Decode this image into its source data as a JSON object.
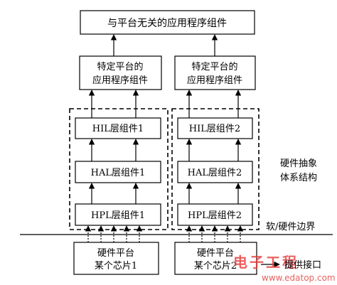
{
  "diagram": {
    "top_box": "与平台无关的应用程序组件",
    "columns": [
      {
        "platform_lines": [
          "特定平台的",
          "应用程序组件"
        ],
        "hil": "HIL层组件1",
        "hal": "HAL层组件1",
        "hpl": "HPL层组件1",
        "hardware_lines": [
          "硬件平台",
          "某个芯片1"
        ]
      },
      {
        "platform_lines": [
          "特定平台的",
          "应用程序组件"
        ],
        "hil": "HIL层组件2",
        "hal": "HAL层组件2",
        "hpl": "HPL层组件2",
        "hardware_lines": [
          "硬件平台",
          "某个芯片2"
        ]
      }
    ],
    "arch_label_lines": [
      "硬件抽象",
      "体系结构"
    ],
    "boundary_label": "软/硬件边界",
    "interface_label": "提供接口"
  },
  "watermark": {
    "brand": "电子工程",
    "url": "www.edatop.com",
    "color": "#e63d3d"
  }
}
